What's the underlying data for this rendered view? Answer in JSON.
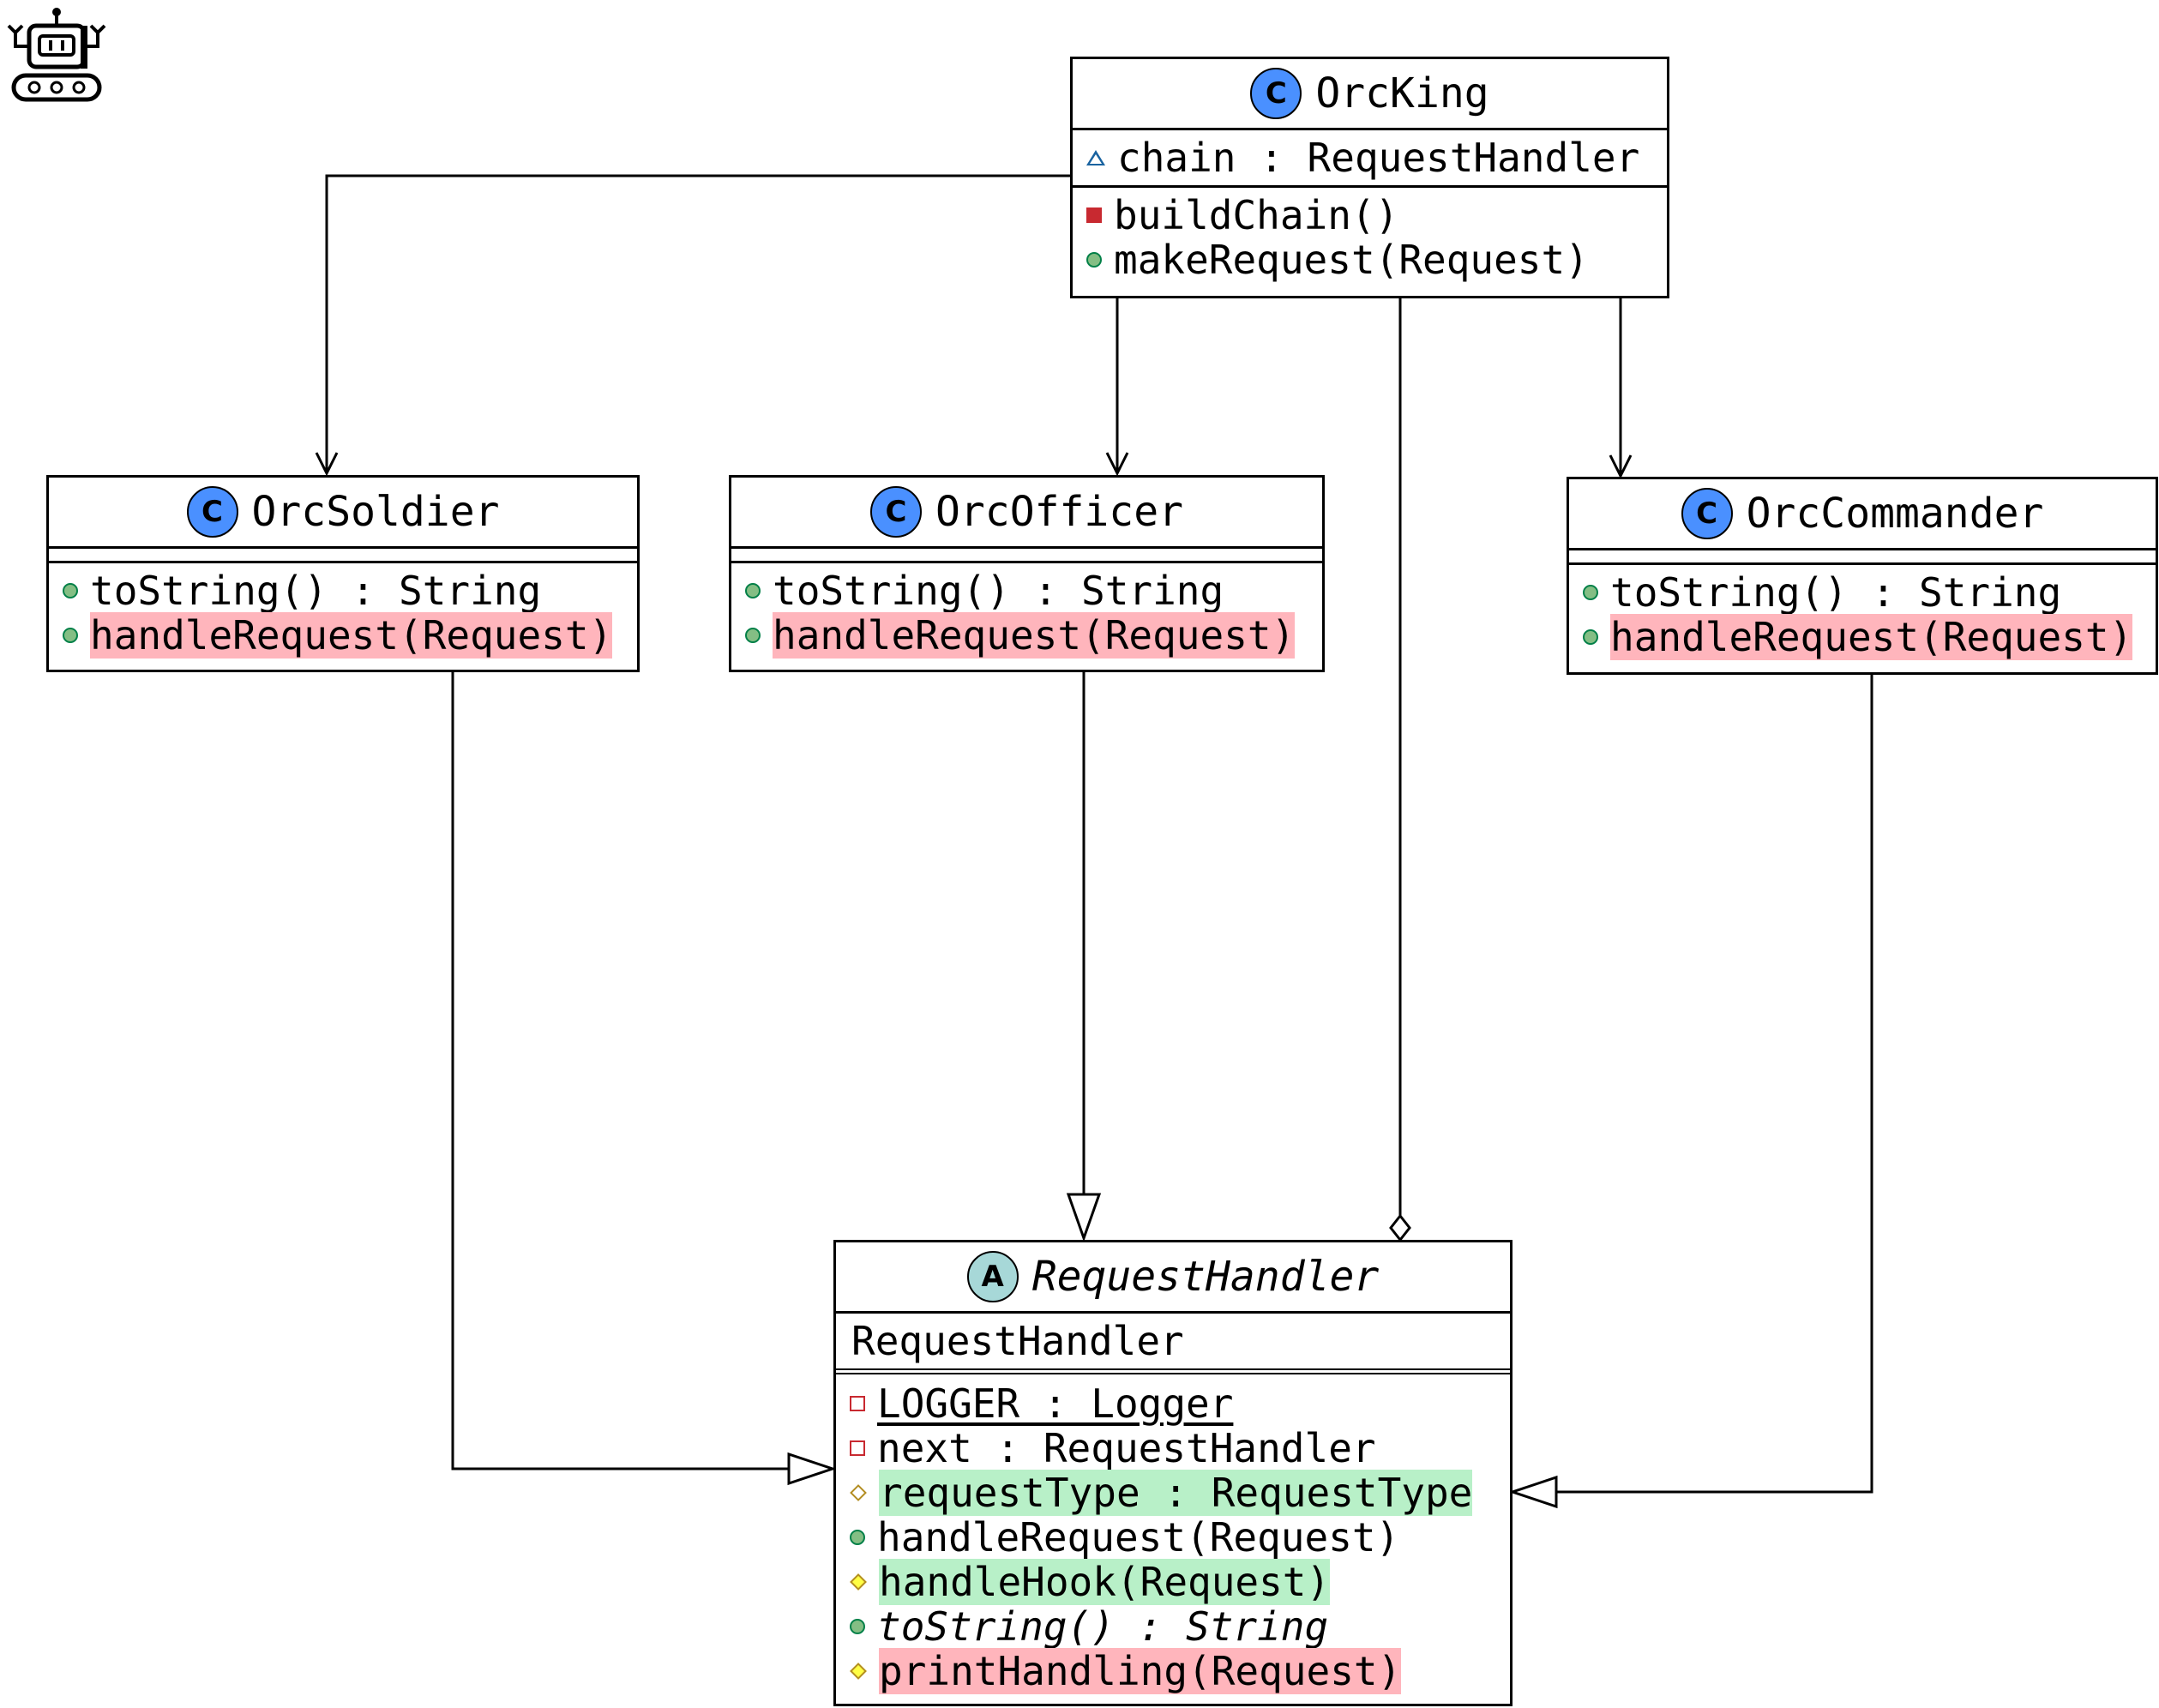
{
  "classes": {
    "orcking": {
      "badge": "C",
      "name": "OrcKing",
      "fields": [
        "chain : RequestHandler"
      ],
      "methods": [
        "buildChain()",
        "makeRequest(Request)"
      ]
    },
    "orcsoldier": {
      "badge": "C",
      "name": "OrcSoldier",
      "methods": [
        "toString() : String",
        "handleRequest(Request)"
      ]
    },
    "orcofficer": {
      "badge": "C",
      "name": "OrcOfficer",
      "methods": [
        "toString() : String",
        "handleRequest(Request)"
      ]
    },
    "orccommander": {
      "badge": "C",
      "name": "OrcCommander",
      "methods": [
        "toString() : String",
        "handleRequest(Request)"
      ]
    },
    "requesthandler": {
      "badge": "A",
      "name": "RequestHandler",
      "constructor": "RequestHandler",
      "members": [
        "LOGGER : Logger",
        "next : RequestHandler",
        "requestType : RequestType",
        "handleRequest(Request)",
        "handleHook(Request)",
        "toString() : String",
        "printHandling(Request)"
      ]
    }
  },
  "colors": {
    "class_badge": "#4a90ff",
    "abstract_badge": "#a7d8d8",
    "highlight_red": "#ffb5bc",
    "highlight_green": "#b8f0c8",
    "public": "#84be84",
    "private": "#c82930",
    "package": "#1963a0",
    "protected": "#b38d22"
  },
  "icons": [
    "robot-logo-icon",
    "class-badge-icon",
    "abstract-badge-icon"
  ]
}
